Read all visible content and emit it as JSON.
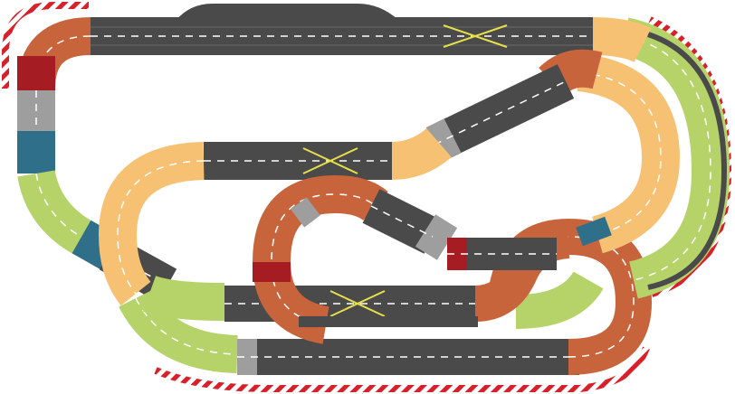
{
  "diagram": {
    "kind": "slot-car track layout",
    "colors": {
      "straight": "#4a4a4a",
      "straight_light": "#9e9e9e",
      "curve_orange": "#c8643c",
      "curve_peach": "#f7c173",
      "curve_green": "#b6d36a",
      "curve_teal": "#2f6f8a",
      "curve_red": "#a51c23",
      "curb_red": "#d8202a",
      "curb_white": "#ffffff",
      "lane_mark": "#ffffff",
      "crossing_mark": "#e8e04a"
    },
    "segments": [
      {
        "name": "top-straight",
        "color": "straight"
      },
      {
        "name": "top-right-curve",
        "color": "curve_peach"
      },
      {
        "name": "right-outer-curve",
        "color": "curve_green"
      },
      {
        "name": "right-inner-curve",
        "color": "curve_peach"
      },
      {
        "name": "middle-diagonal-straight",
        "color": "straight"
      },
      {
        "name": "middle-straight",
        "color": "straight"
      },
      {
        "name": "left-inner-curve",
        "color": "curve_peach"
      },
      {
        "name": "left-outer-curve",
        "color": "curve_green"
      },
      {
        "name": "hairpin-curve",
        "color": "curve_orange"
      },
      {
        "name": "bottom-straight",
        "color": "straight"
      },
      {
        "name": "lower-middle-straight",
        "color": "straight"
      },
      {
        "name": "lower-right-loop",
        "color": "curve_orange"
      }
    ]
  }
}
